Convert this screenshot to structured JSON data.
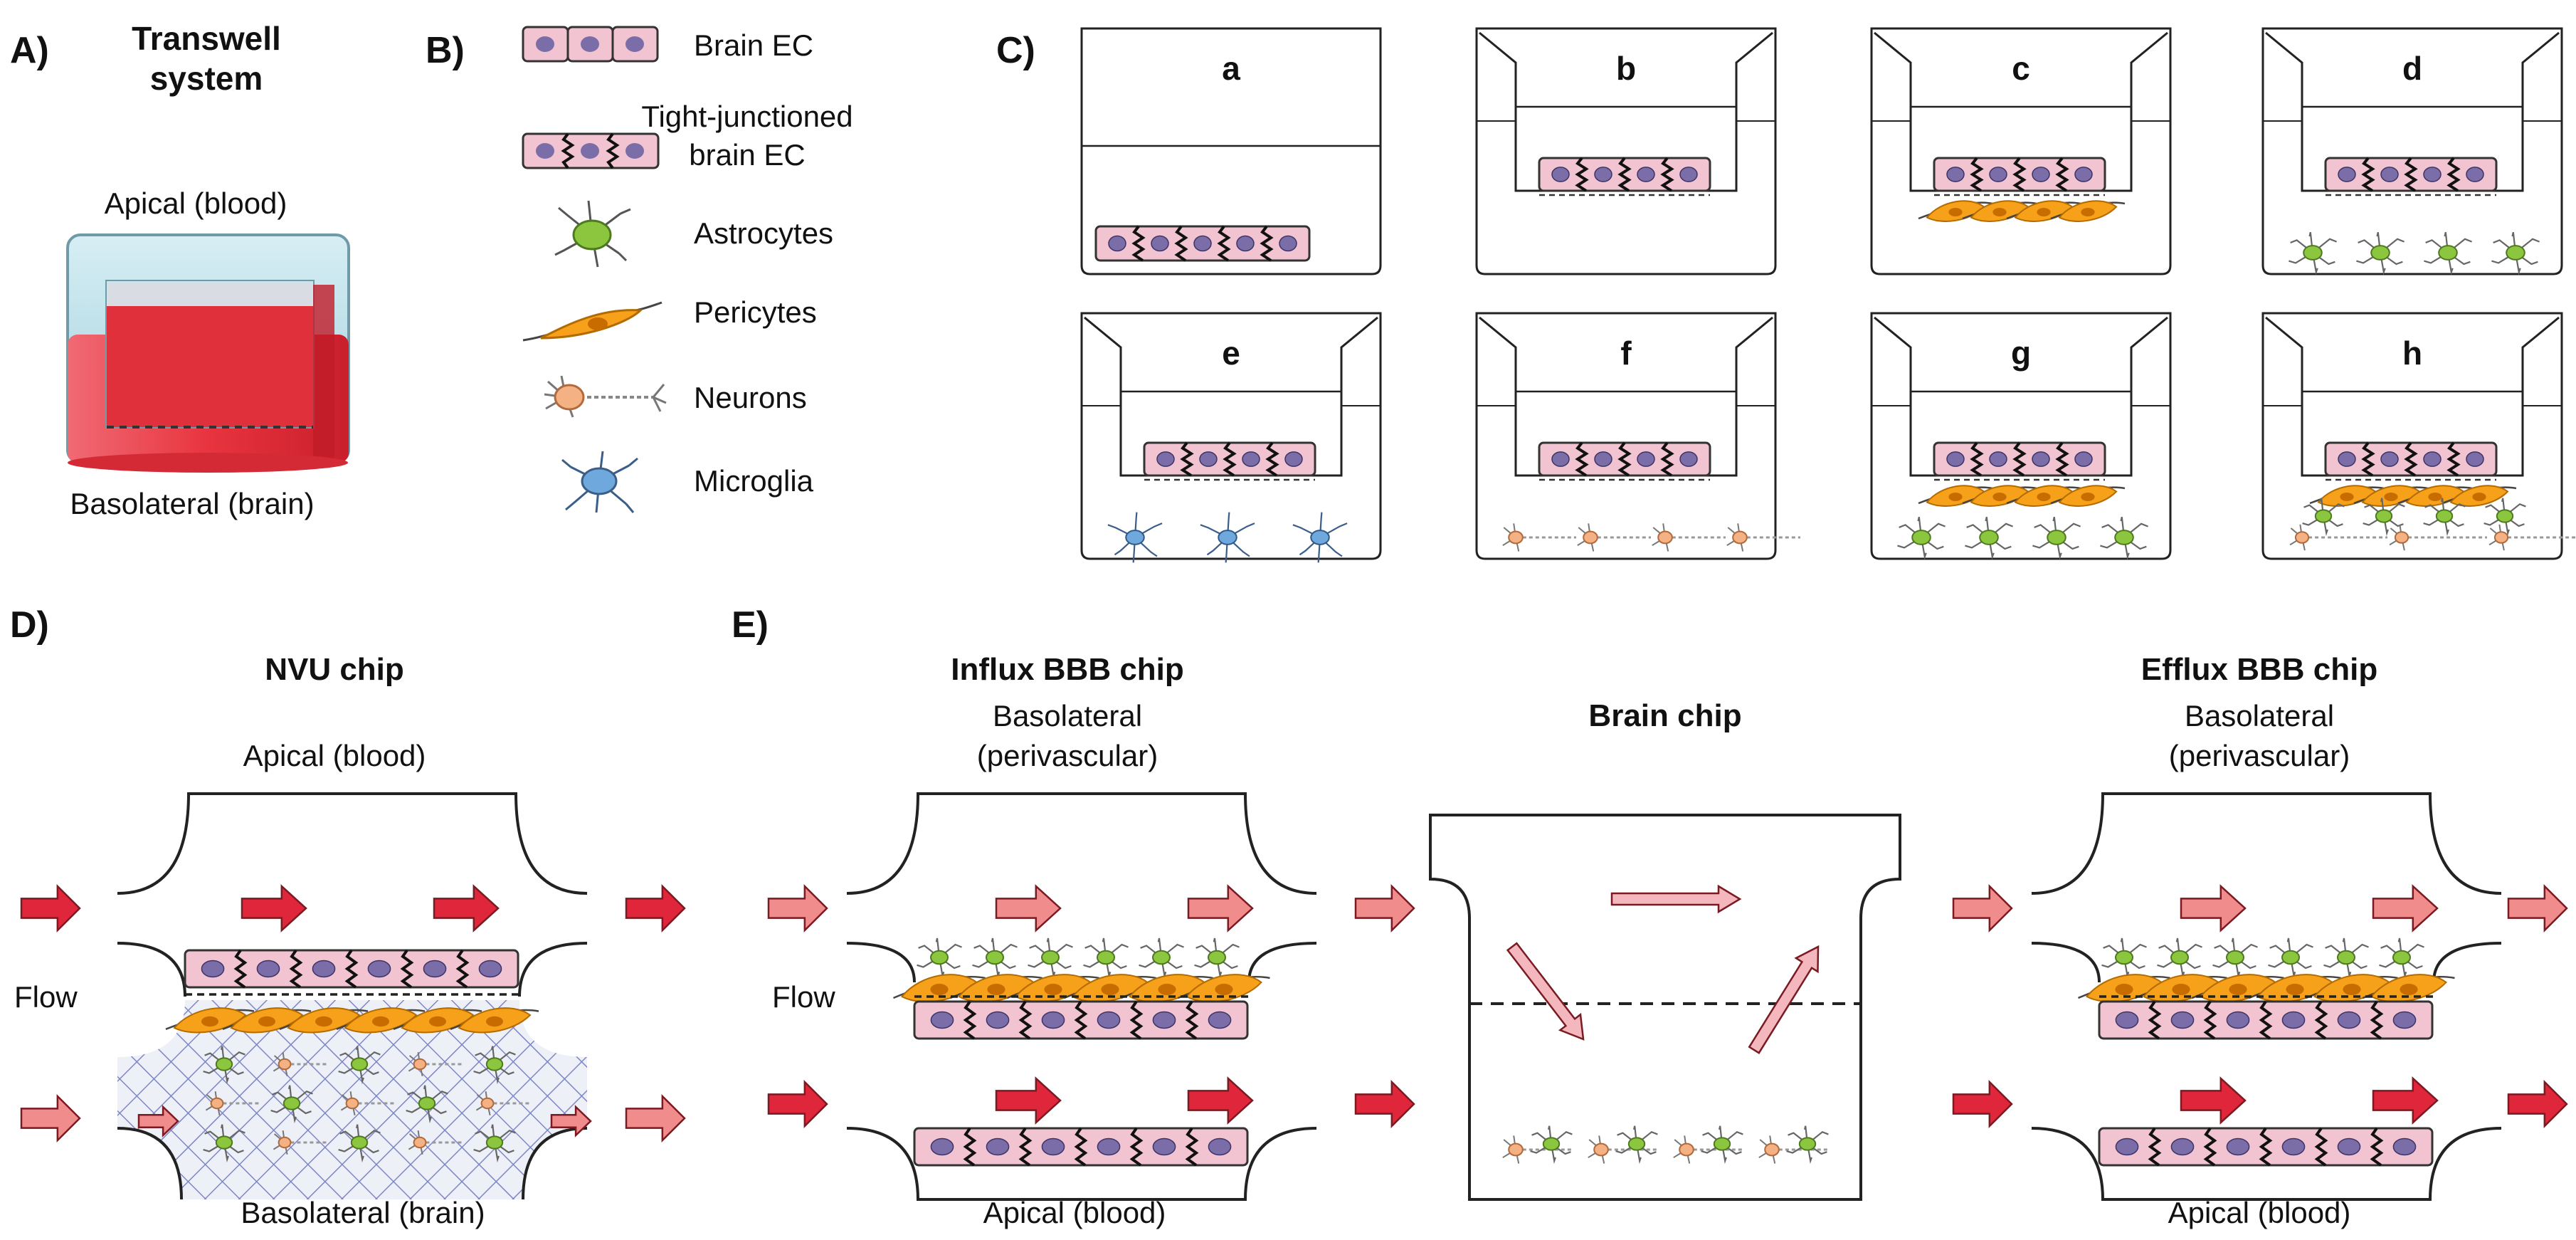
{
  "panel_a": {
    "letter": "A)",
    "title_line1": "Transwell",
    "title_line2": "system",
    "apical": "Apical (blood)",
    "basolateral": "Basolateral (brain)"
  },
  "panel_b": {
    "letter": "B)",
    "legend": [
      {
        "icon": "brain-ec-icon",
        "label": "Brain EC"
      },
      {
        "icon": "tight-junction-ec-icon",
        "label_line1": "Tight-junctioned",
        "label_line2": "brain EC"
      },
      {
        "icon": "astrocyte-icon",
        "label": "Astrocytes"
      },
      {
        "icon": "pericyte-icon",
        "label": "Pericytes"
      },
      {
        "icon": "neuron-icon",
        "label": "Neurons"
      },
      {
        "icon": "microglia-icon",
        "label": "Microglia"
      }
    ]
  },
  "panel_c": {
    "letter": "C)",
    "wells": [
      {
        "label": "a"
      },
      {
        "label": "b"
      },
      {
        "label": "c"
      },
      {
        "label": "d"
      },
      {
        "label": "e"
      },
      {
        "label": "f"
      },
      {
        "label": "g"
      },
      {
        "label": "h"
      }
    ]
  },
  "panel_d": {
    "letter": "D)",
    "title": "NVU chip",
    "apical": "Apical (blood)",
    "flow": "Flow",
    "basolateral": "Basolateral (brain)"
  },
  "panel_e": {
    "letter": "E)",
    "influx_title": "Influx BBB chip",
    "influx_top_line1": "Basolateral",
    "influx_top_line2": "(perivascular)",
    "influx_bottom": "Apical (blood)",
    "flow": "Flow",
    "brain_title": "Brain chip",
    "efflux_title": "Efflux BBB chip",
    "efflux_top_line1": "Basolateral",
    "efflux_top_line2": "(perivascular)",
    "efflux_bottom": "Apical (blood)"
  },
  "colors": {
    "ec_fill": "#f2c4d2",
    "nucleus": "#7b6ea8",
    "astrocyte": "#8cc63f",
    "pericyte": "#f7a11a",
    "neuron": "#f4b183",
    "microglia": "#6fa8dc",
    "arrow_dark": "#e0263a",
    "arrow_light": "#f08c8c",
    "medium_red": "#e8343f",
    "glass_blue": "#bfe3ec"
  }
}
